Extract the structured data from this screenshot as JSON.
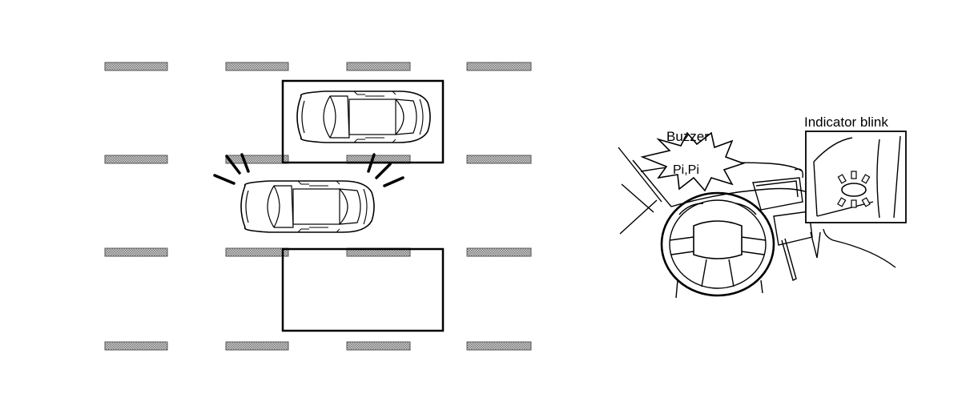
{
  "labels": {
    "buzzer": "Buzzer",
    "sound": "Pi,Pi",
    "indicator": "Indicator blink"
  },
  "colors": {
    "line": "#000000",
    "background": "#ffffff",
    "parking_marker_fill": "#b8b8b8"
  }
}
